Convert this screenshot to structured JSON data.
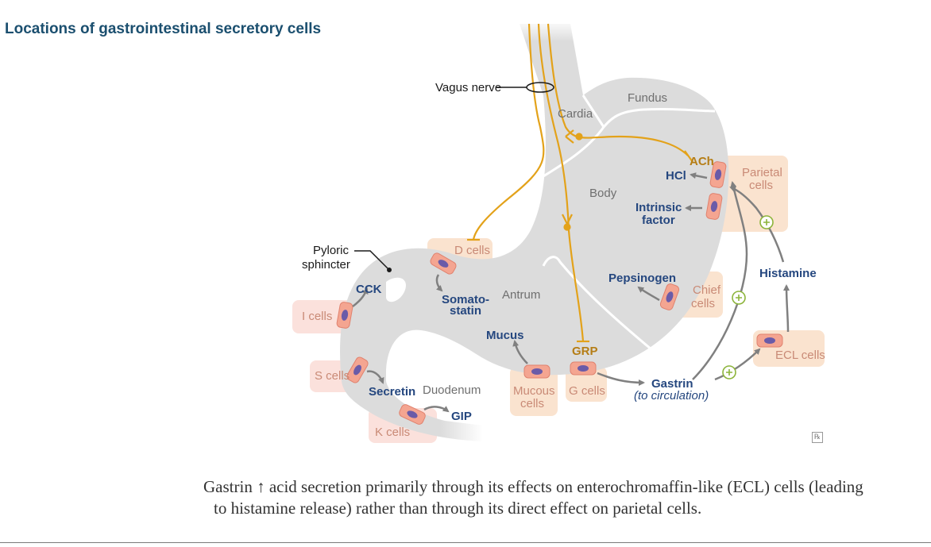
{
  "title": "Locations of gastrointestinal secretory cells",
  "labels": {
    "vagus_nerve": "Vagus nerve",
    "pyloric_line1": "Pyloric",
    "pyloric_line2": "sphincter",
    "cardia": "Cardia",
    "fundus": "Fundus",
    "body": "Body",
    "antrum": "Antrum",
    "duodenum": "Duodenum"
  },
  "cells": {
    "d_cells": "D cells",
    "parietal_line1": "Parietal",
    "parietal_line2": "cells",
    "chief_line1": "Chief",
    "chief_line2": "cells",
    "i_cells": "I cells",
    "s_cells": "S cells",
    "k_cells": "K cells",
    "mucous_line1": "Mucous",
    "mucous_line2": "cells",
    "g_cells": "G cells",
    "ecl_cells": "ECL cells"
  },
  "secretions": {
    "ach": "ACh",
    "hcl": "HCl",
    "intrinsic_line1": "Intrinsic",
    "intrinsic_line2": "factor",
    "histamine": "Histamine",
    "pepsinogen": "Pepsinogen",
    "somato_line1": "Somato-",
    "somato_line2": "statin",
    "cck": "CCK",
    "secretin": "Secretin",
    "gip": "GIP",
    "mucus": "Mucus",
    "grp": "GRP",
    "gastrin": "Gastrin",
    "gastrin_note": "(to circulation)"
  },
  "logo": "℞",
  "caption": {
    "line1": "Gastrin ↑ acid secretion primarily through its effects on enterochromaffin-like (ECL) cells (leading",
    "line2": "to histamine release) rather than through its direct effect on parietal cells."
  },
  "colors": {
    "stomach": "#dcdcdc",
    "nerve": "#e3a21a",
    "cell_box_orange": "#fae3cf",
    "cell_box_pink": "#fbe1dc",
    "cell_fill": "#f4a591",
    "nucleus": "#6a5ba8",
    "stimulate": "#8cb43a",
    "arrow": "#808080"
  }
}
